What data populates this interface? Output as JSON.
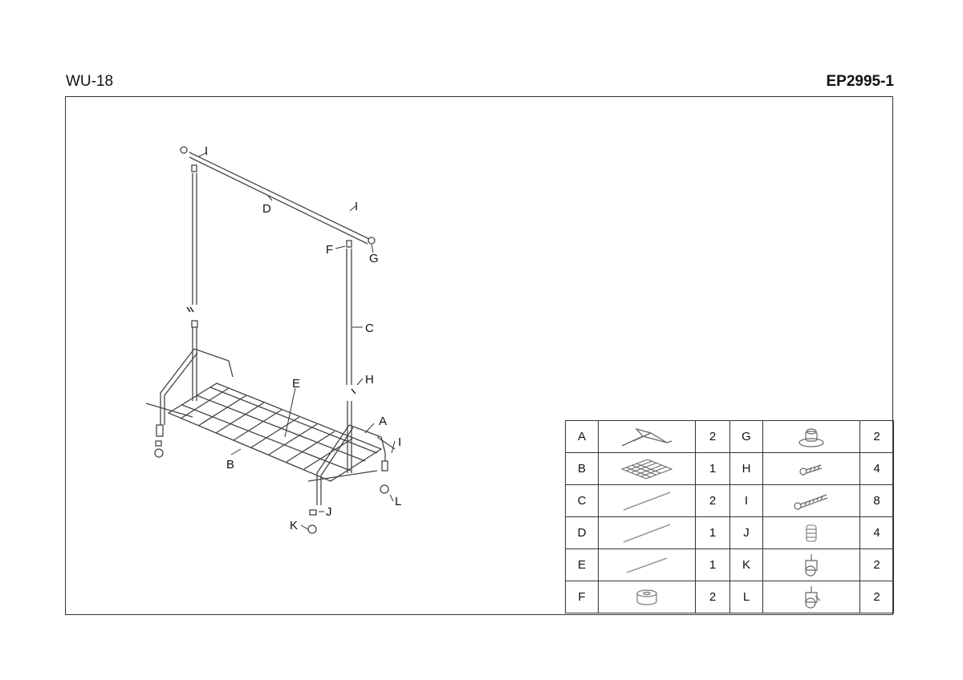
{
  "header": {
    "model": "WU-18",
    "code": "EP2995-1"
  },
  "callouts": [
    "A",
    "B",
    "C",
    "D",
    "E",
    "F",
    "G",
    "H",
    "I",
    "J",
    "K",
    "L"
  ],
  "parts": [
    {
      "left": {
        "letter": "A",
        "icon": "base-frame-icon",
        "qty": "2"
      },
      "right": {
        "letter": "G",
        "icon": "end-cap-icon",
        "qty": "2"
      }
    },
    {
      "left": {
        "letter": "B",
        "icon": "wire-shelf-icon",
        "qty": "1"
      },
      "right": {
        "letter": "H",
        "icon": "short-screw-icon",
        "qty": "4"
      }
    },
    {
      "left": {
        "letter": "C",
        "icon": "upright-tube-icon",
        "qty": "2"
      },
      "right": {
        "letter": "I",
        "icon": "long-screw-icon",
        "qty": "8"
      }
    },
    {
      "left": {
        "letter": "D",
        "icon": "hanging-rail-icon",
        "qty": "1"
      },
      "right": {
        "letter": "J",
        "icon": "spring-washer-icon",
        "qty": "4"
      }
    },
    {
      "left": {
        "letter": "E",
        "icon": "support-bar-icon",
        "qty": "1"
      },
      "right": {
        "letter": "K",
        "icon": "caster-icon",
        "qty": "2"
      }
    },
    {
      "left": {
        "letter": "F",
        "icon": "connector-cap-icon",
        "qty": "2"
      },
      "right": {
        "letter": "L",
        "icon": "locking-caster-icon",
        "qty": "2"
      }
    }
  ]
}
